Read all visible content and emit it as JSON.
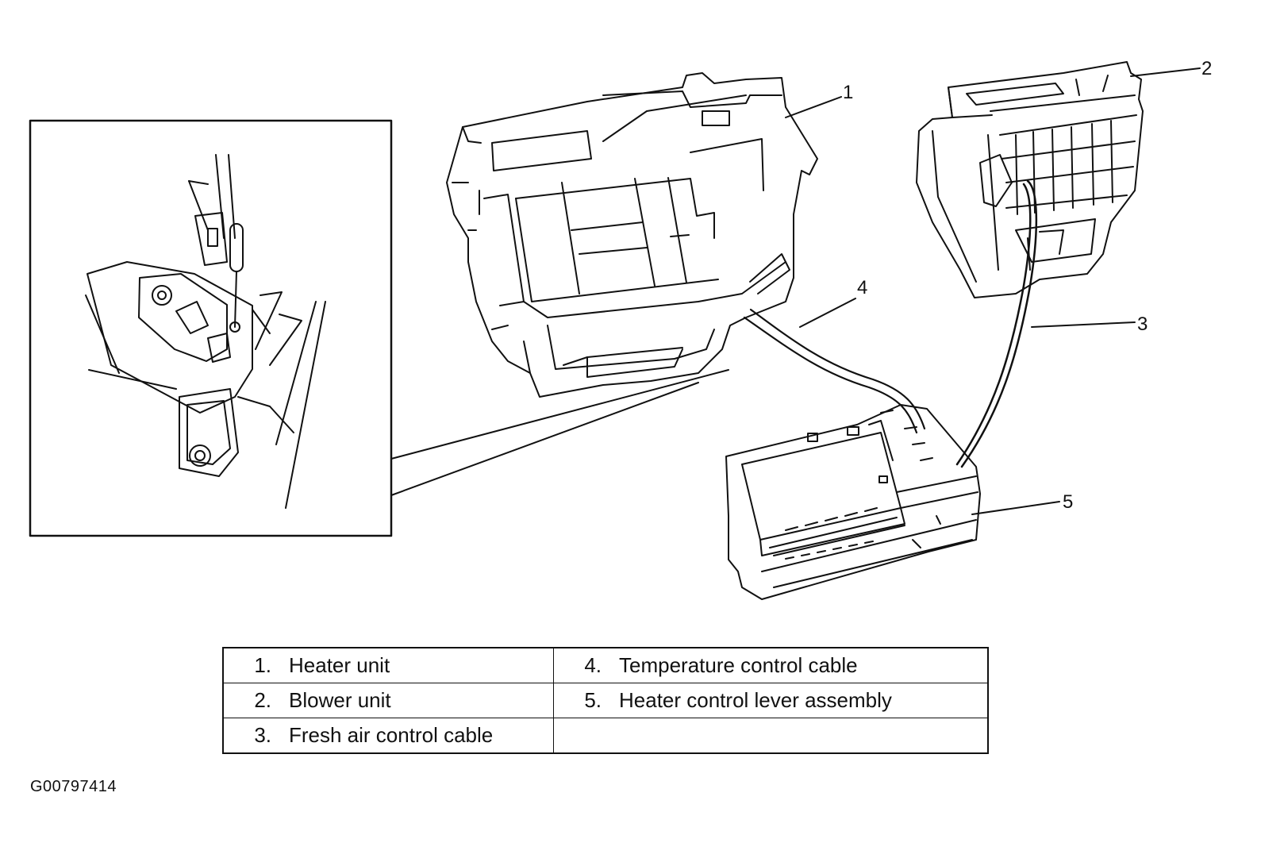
{
  "callouts": [
    "1",
    "2",
    "3",
    "4",
    "5"
  ],
  "legend": {
    "rows": [
      [
        {
          "num": "1.",
          "label": "Heater unit"
        },
        {
          "num": "4.",
          "label": "Temperature control cable"
        }
      ],
      [
        {
          "num": "2.",
          "label": "Blower unit"
        },
        {
          "num": "5.",
          "label": "Heater control lever assembly"
        }
      ],
      [
        {
          "num": "3.",
          "label": "Fresh air control cable"
        },
        {
          "num": "",
          "label": ""
        }
      ]
    ]
  },
  "figure_id": "G00797414"
}
